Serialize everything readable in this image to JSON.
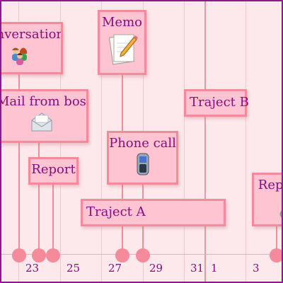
{
  "ticks": [
    "23",
    "25",
    "27",
    "29",
    "31",
    "1",
    "3"
  ],
  "events": {
    "conversation": {
      "label": "Conversation",
      "icon": "people-icon"
    },
    "mail": {
      "label": "Mail from boss",
      "icon": "envelope-icon"
    },
    "report1": {
      "label": "Report"
    },
    "memo": {
      "label": "Memo",
      "icon": "notepad-pencil-icon"
    },
    "phone": {
      "label": "Phone call",
      "icon": "mobile-phone-icon"
    },
    "report2": {
      "label": "Report",
      "icon": "paperclip-icon"
    }
  },
  "spans": {
    "traject_a": {
      "label": "Traject A"
    },
    "traject_b": {
      "label": "Traject B"
    }
  },
  "colors": {
    "background": "#fde9ec",
    "box_fill": "#ffc4d2",
    "box_border": "#f48a9a",
    "text": "#8a0b7c"
  }
}
